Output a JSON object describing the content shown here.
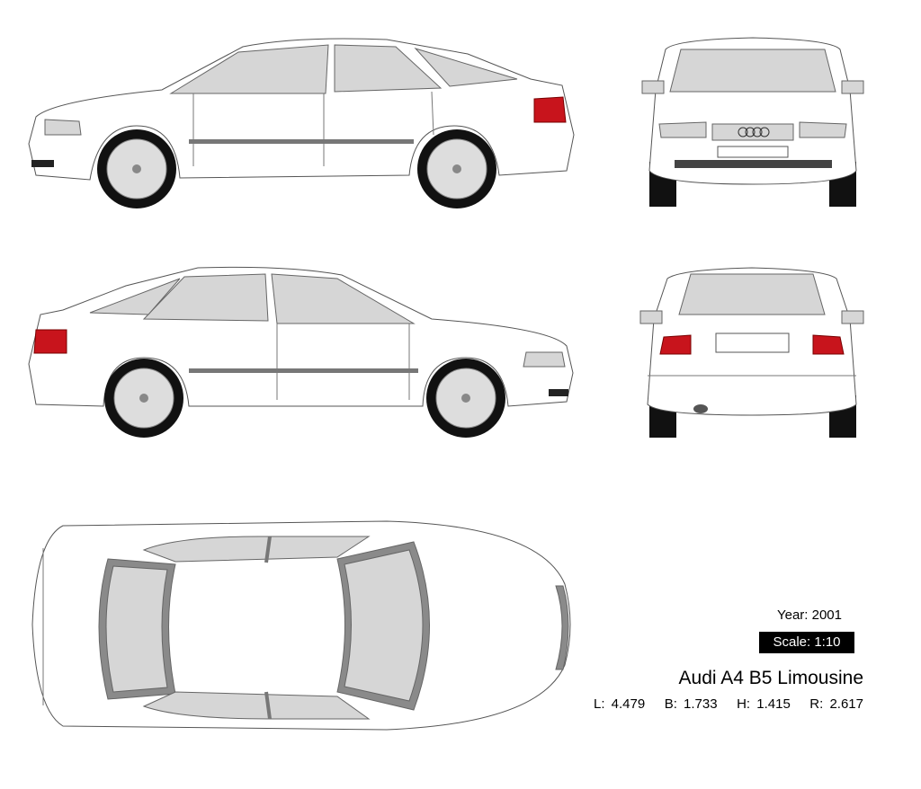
{
  "vehicle": {
    "model": "Audi A4 B5 Limousine",
    "year_label": "Year: 2001",
    "scale_label": "Scale: 1:10",
    "dimensions": "L: 4.479   B: 1.733   H: 1.415   R: 2.617"
  },
  "colors": {
    "body": "#ffffff",
    "glass": "#d6d6d6",
    "taillight": "#c8141c",
    "tire": "#111111",
    "scale_badge": "#000000"
  },
  "views": [
    "side-left",
    "side-right",
    "front",
    "rear",
    "top"
  ]
}
